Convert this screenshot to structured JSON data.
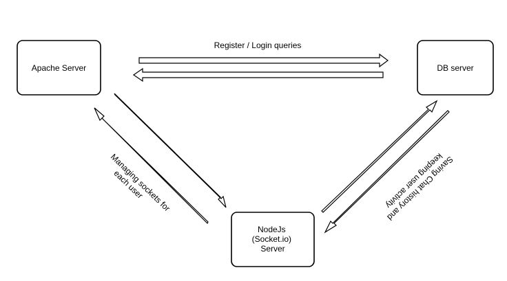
{
  "nodes": {
    "apache": {
      "label": "Apache Server"
    },
    "db": {
      "label": "DB server"
    },
    "node": {
      "lines": [
        "NodeJs",
        "(Socket.io)",
        "Server"
      ]
    }
  },
  "edges": {
    "apache_db": {
      "label": "Register / Login queries"
    },
    "apache_node": {
      "lines": [
        "Managing sockets  for",
        "each user"
      ]
    },
    "node_db": {
      "lines": [
        "Saving Chat history and",
        "keeping user activity"
      ]
    }
  },
  "colors": {
    "stroke": "#000000",
    "fill": "#ffffff",
    "background": "#ffffff"
  }
}
